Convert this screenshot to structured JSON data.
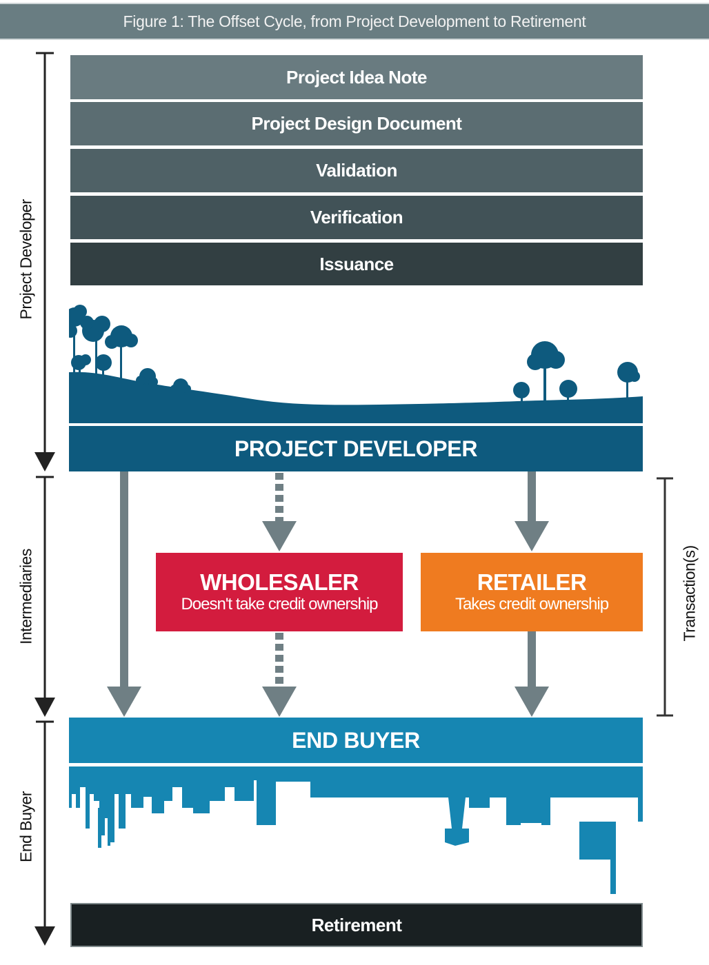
{
  "title": "Figure 1: The Offset Cycle, from Project Development to Retirement",
  "stages": [
    {
      "label": "Project Idea Note",
      "color": "#697b80"
    },
    {
      "label": "Project Design Document",
      "color": "#5b6d72"
    },
    {
      "label": "Validation",
      "color": "#4f6166"
    },
    {
      "label": "Verification",
      "color": "#415257"
    },
    {
      "label": "Issuance",
      "color": "#323f42"
    }
  ],
  "project_developer": {
    "label": "PROJECT DEVELOPER",
    "color": "#0e5a7e",
    "illustration": "forest-landscape"
  },
  "intermediaries": {
    "wholesaler": {
      "title": "WHOLESALER",
      "subtitle": "Doesn't take credit ownership",
      "color": "#d31c3e",
      "flow": "dashed"
    },
    "retailer": {
      "title": "RETAILER",
      "subtitle": "Takes credit ownership",
      "color": "#ef7b20",
      "flow": "solid"
    }
  },
  "end_buyer": {
    "label": "END BUYER",
    "color": "#1686b2",
    "illustration": "city-skyline"
  },
  "retirement": {
    "label": "Retirement",
    "color": "#192022"
  },
  "side_labels": {
    "left": [
      "Project Developer",
      "Intermediaries",
      "End Buyer"
    ],
    "right": "Transaction(s)"
  },
  "arrow_color": "#6f7f84"
}
